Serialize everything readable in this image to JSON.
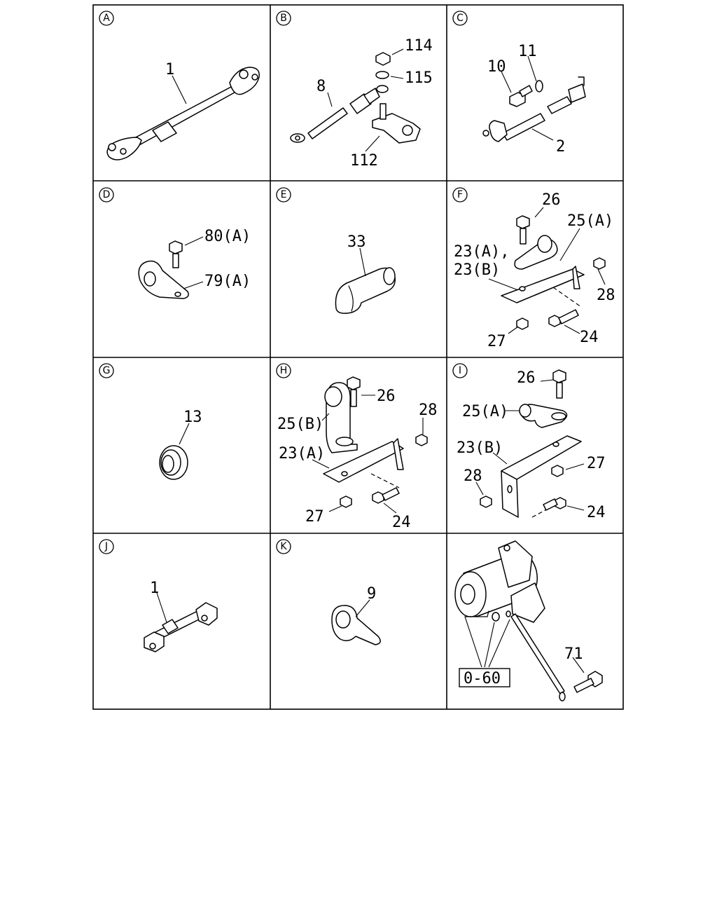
{
  "cells": [
    {
      "id": "A",
      "callouts": [
        "1"
      ]
    },
    {
      "id": "B",
      "callouts": [
        "114",
        "115",
        "8",
        "112"
      ]
    },
    {
      "id": "C",
      "callouts": [
        "10",
        "11",
        "2"
      ]
    },
    {
      "id": "D",
      "callouts": [
        "80(A)",
        "79(A)"
      ]
    },
    {
      "id": "E",
      "callouts": [
        "33"
      ]
    },
    {
      "id": "F",
      "callouts": [
        "26",
        "25(A)",
        "23(A),",
        "23(B)",
        "28",
        "27",
        "24"
      ]
    },
    {
      "id": "G",
      "callouts": [
        "13"
      ]
    },
    {
      "id": "H",
      "callouts": [
        "26",
        "25(B)",
        "28",
        "23(A)",
        "27",
        "24"
      ]
    },
    {
      "id": "I",
      "callouts": [
        "26",
        "25(A)",
        "23(B)",
        "27",
        "28",
        "24"
      ]
    },
    {
      "id": "J",
      "callouts": [
        "1"
      ]
    },
    {
      "id": "K",
      "callouts": [
        "9"
      ]
    },
    {
      "id": "",
      "callouts": [
        "71",
        "0-60"
      ]
    }
  ]
}
